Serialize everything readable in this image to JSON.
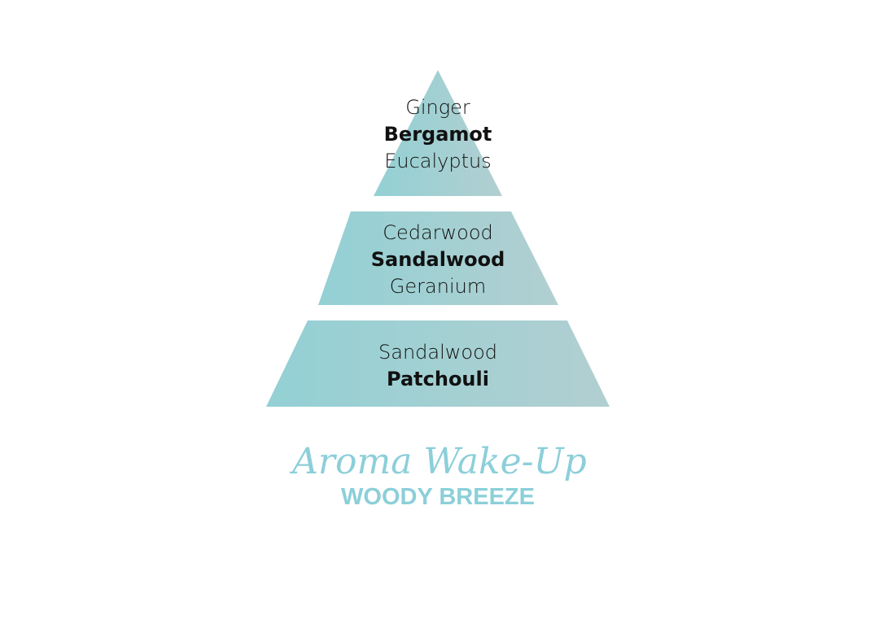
{
  "colors": {
    "gradient_left": "#93d0d4",
    "gradient_right": "#b2cfd1",
    "brand": "#8ccfd9",
    "text": "#111111"
  },
  "pyramid": {
    "top": {
      "notes": [
        "Ginger",
        "Bergamot",
        "Eucalyptus"
      ],
      "emphasis": "Bergamot"
    },
    "middle": {
      "notes": [
        "Cedarwood",
        "Sandalwood",
        "Geranium"
      ],
      "emphasis": "Sandalwood"
    },
    "base": {
      "notes": [
        "Sandalwood",
        "Patchouli"
      ],
      "emphasis": "Patchouli"
    }
  },
  "brand": {
    "name": "Aroma Wake-Up",
    "fragrance": "WOODY BREEZE"
  }
}
